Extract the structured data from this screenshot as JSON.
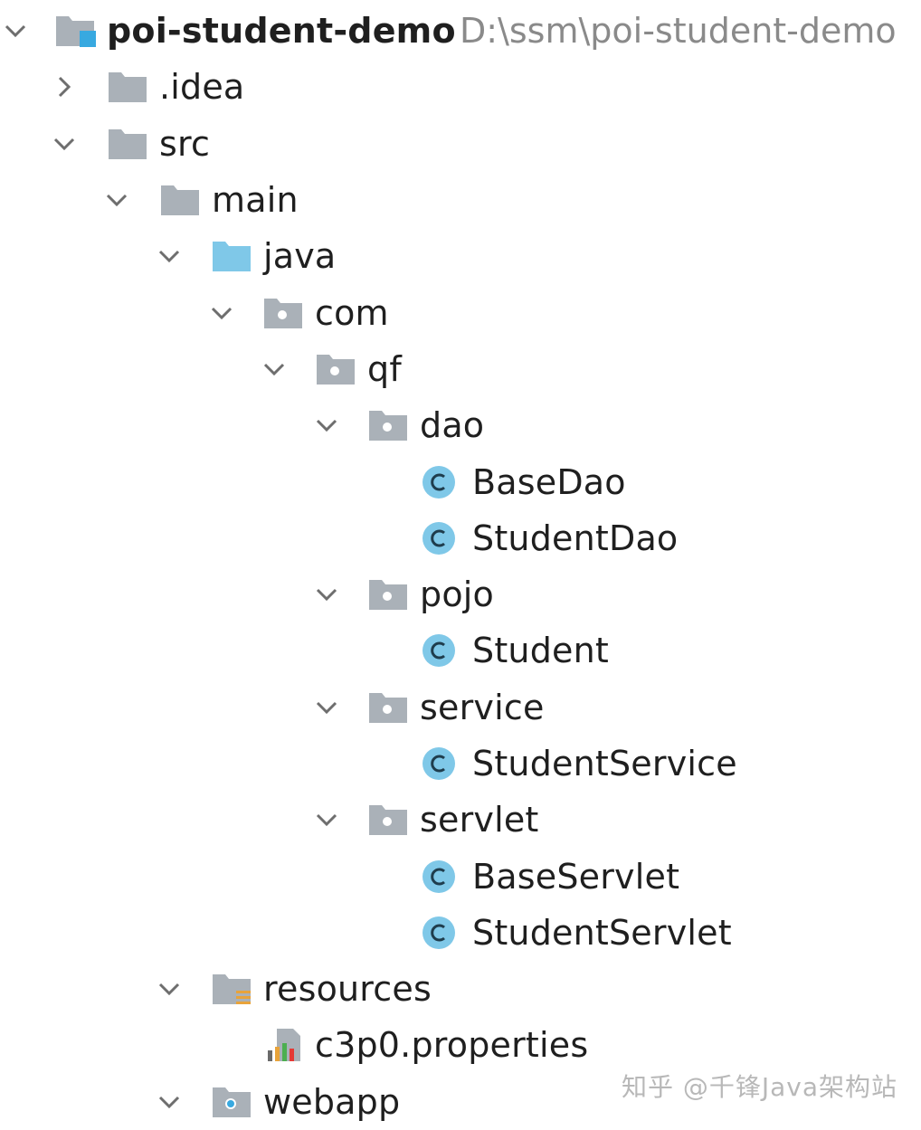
{
  "tree": {
    "root": {
      "label": "poi-student-demo",
      "path": "D:\\ssm\\poi-student-demo",
      "icon": "module-folder-icon"
    },
    "nodes": [
      {
        "label": ".idea",
        "icon": "folder-icon",
        "state": "collapsed"
      },
      {
        "label": "src",
        "icon": "folder-icon",
        "state": "expanded"
      },
      {
        "label": "main",
        "icon": "folder-icon",
        "state": "expanded"
      },
      {
        "label": "java",
        "icon": "source-root-folder-icon",
        "state": "expanded"
      },
      {
        "label": "com",
        "icon": "package-icon",
        "state": "expanded"
      },
      {
        "label": "qf",
        "icon": "package-icon",
        "state": "expanded"
      },
      {
        "label": "dao",
        "icon": "package-icon",
        "state": "expanded"
      },
      {
        "label": "BaseDao",
        "icon": "class-icon"
      },
      {
        "label": "StudentDao",
        "icon": "class-icon"
      },
      {
        "label": "pojo",
        "icon": "package-icon",
        "state": "expanded"
      },
      {
        "label": "Student",
        "icon": "class-icon"
      },
      {
        "label": "service",
        "icon": "package-icon",
        "state": "expanded"
      },
      {
        "label": "StudentService",
        "icon": "class-icon"
      },
      {
        "label": "servlet",
        "icon": "package-icon",
        "state": "expanded"
      },
      {
        "label": "BaseServlet",
        "icon": "class-icon"
      },
      {
        "label": "StudentServlet",
        "icon": "class-icon"
      },
      {
        "label": "resources",
        "icon": "resources-folder-icon",
        "state": "expanded"
      },
      {
        "label": "c3p0.properties",
        "icon": "properties-file-icon"
      },
      {
        "label": "webapp",
        "icon": "web-folder-icon",
        "state": "expanded"
      }
    ]
  },
  "watermark": "知乎 @千锋Java架构站",
  "colors": {
    "folder": "#aab1b8",
    "source_root": "#7fc8e8",
    "class_badge": "#7fc8e8",
    "module_badge": "#38a9e0",
    "text": "#1f1f1f",
    "path_text": "#8a8a8a",
    "chevron": "#6e6e6e"
  }
}
